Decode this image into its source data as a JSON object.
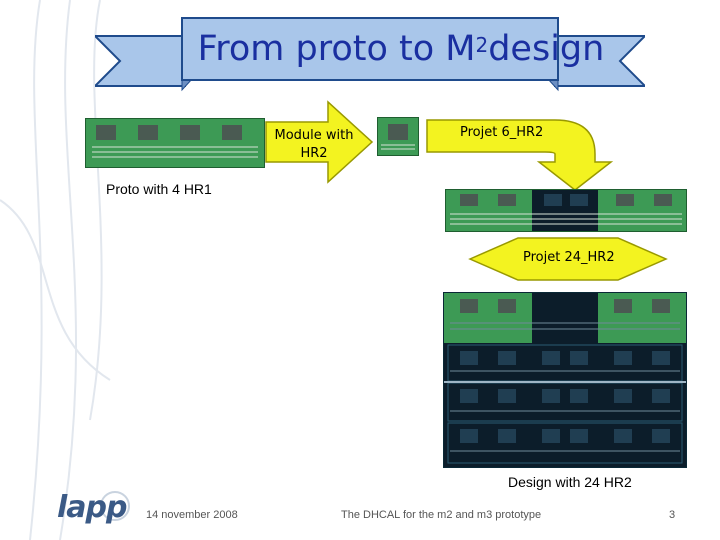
{
  "slide": {
    "title_prefix": "From proto to M",
    "title_superscript": "2",
    "title_suffix": "design",
    "module_arrow_label_line1": "Module with",
    "module_arrow_label_line2": "HR2",
    "projet6_label": "Projet 6_HR2",
    "proto_label": "Proto with 4 HR1",
    "projet24_label": "Projet 24_HR2",
    "design_label": "Design with 24 HR2"
  },
  "footer": {
    "logo_text": "lapp",
    "date": "14 november 2008",
    "center_text": "The DHCAL for the m2 and m3 prototype",
    "page_number": "3"
  },
  "colors": {
    "title_text": "#1a2fa0",
    "banner_fill": "#a9c6ea",
    "banner_stroke": "#1f4b8c",
    "arrow_fill": "#f3f320",
    "board_green": "#3d9a55",
    "board_dark": "#0c1d2a"
  },
  "icons": [
    "lapp-logo-icon",
    "right-arrow-icon",
    "bent-arrow-icon",
    "double-arrow-icon"
  ]
}
